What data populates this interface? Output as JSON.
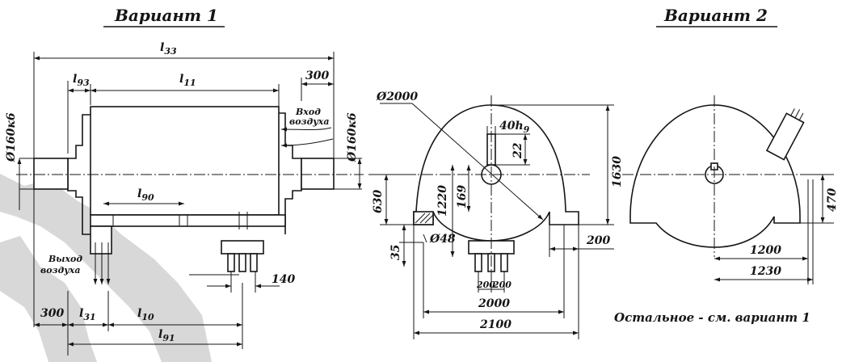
{
  "variant1": {
    "title": "Вариант 1",
    "labels": {
      "l33": "l",
      "l33_sub": "33",
      "l93": "l",
      "l93_sub": "93",
      "l11": "l",
      "l11_sub": "11",
      "l90": "l",
      "l90_sub": "90",
      "l31": "l",
      "l31_sub": "31",
      "l10": "l",
      "l10_sub": "10",
      "l91": "l",
      "l91_sub": "91",
      "dim_300_top": "300",
      "dim_300_bottom": "300",
      "dim_140": "140",
      "shaft_left": "Ø160к6",
      "shaft_right": "Ø160к6",
      "air_in_1": "Вход",
      "air_in_2": "воздуха",
      "air_out_1": "Выход",
      "air_out_2": "воздуха"
    }
  },
  "variant1_side": {
    "labels": {
      "dia_2000": "Ø2000",
      "key_40": "40h",
      "key_40_sub": "9",
      "dim_22": "22",
      "dim_1630": "1630",
      "dim_630": "630",
      "dim_1220": "1220",
      "dim_169": "169",
      "dia_48": "Ø48",
      "dim_35": "35",
      "dim_200_right": "200",
      "dim_200a": "200",
      "dim_200b": "200",
      "dim_2000": "2000",
      "dim_2100": "2100"
    }
  },
  "variant2": {
    "title": "Вариант 2",
    "labels": {
      "dim_470": "470",
      "dim_1200": "1200",
      "dim_1230": "1230"
    },
    "note": "Остальное - см. вариант 1"
  }
}
